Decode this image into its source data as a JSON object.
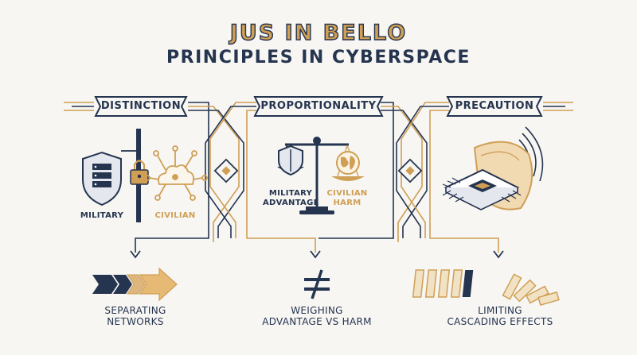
{
  "title": {
    "line1": "JUS IN BELLO",
    "line2": "PRINCIPLES IN CYBERSPACE"
  },
  "principles": [
    {
      "name": "DISTINCTION",
      "left_label": "MILITARY",
      "right_label": "CIVILIAN",
      "outcome": [
        "SEPARATING",
        "NETWORKS"
      ]
    },
    {
      "name": "PROPORTIONALITY",
      "left_label": [
        "MILITARY",
        "ADVANTAGE"
      ],
      "right_label": [
        "CIVILIAN",
        "HARM"
      ],
      "outcome": [
        "WEIGHING",
        "ADVANTAGE VS HARM"
      ]
    },
    {
      "name": "PRECAUTION",
      "outcome": [
        "LIMITING",
        "CASCADING EFFECTS"
      ]
    }
  ],
  "colors": {
    "navy": "#25344f",
    "gold": "#cf9f55",
    "background": "#f7f6f3"
  },
  "icons": [
    "server-shield-icon",
    "padlock-icon",
    "cloud-network-icon",
    "balance-scale-icon",
    "shield-icon",
    "globe-icon",
    "microchip-icon",
    "signal-waves-icon",
    "chevron-arrows-icon",
    "not-equal-icon",
    "dominoes-icon"
  ]
}
